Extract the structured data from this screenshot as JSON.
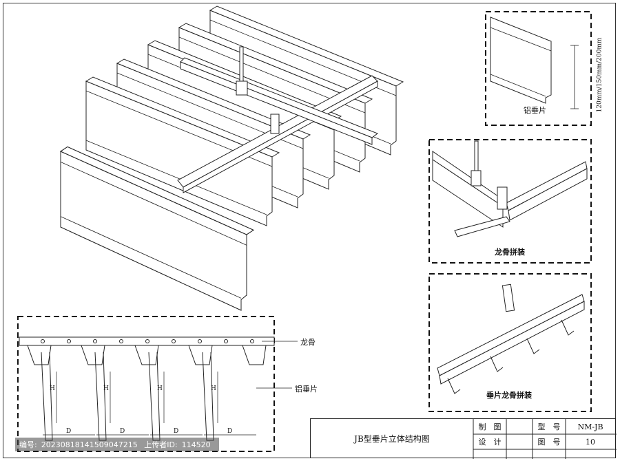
{
  "labels": {
    "aluminum_panel": "铝垂片",
    "keel_assembly": "龙骨拼装",
    "panel_keel_assembly": "垂片龙骨拼装",
    "keel": "龙骨",
    "aluminum_panel_side": "铝垂片",
    "height_options": "120mm/150mm/200mm",
    "dim_h": "H",
    "dim_d": "D"
  },
  "title_block": {
    "title": "JB型垂片立体结构图",
    "drawn_label": "制　图",
    "design_label": "设　计",
    "model_label": "型　号",
    "model_value": "NM-JB",
    "drawing_no_label": "图　号",
    "drawing_no_value": "10"
  },
  "footer": {
    "id_label": "编号:",
    "id_value": "20230818141509047215",
    "uploader_label": "上传者ID:",
    "uploader_value": "114520"
  }
}
